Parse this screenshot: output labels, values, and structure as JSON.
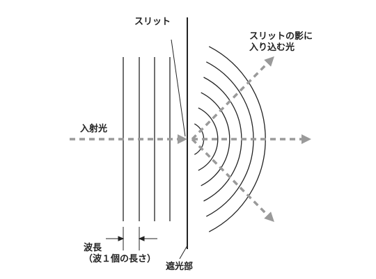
{
  "labels": {
    "slit": "スリット",
    "diffracted_line1": "スリットの影に",
    "diffracted_line2": "入り込む光",
    "incident": "入射光",
    "wavelength_line1": "波長",
    "wavelength_line2": "（波１個の長さ）",
    "barrier": "遮光部"
  },
  "colors": {
    "ink": "#222222",
    "arrow": "#9a9a9a",
    "background": "#ffffff"
  }
}
